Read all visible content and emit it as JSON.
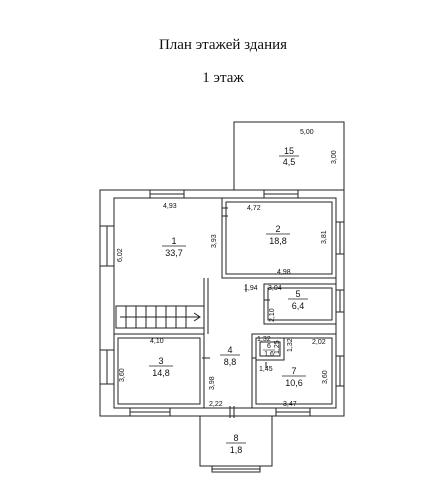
{
  "title": "План этажей здания",
  "floor": "1 этаж",
  "rooms": [
    {
      "number": "1",
      "area": "33,7"
    },
    {
      "number": "2",
      "area": "18,8"
    },
    {
      "number": "3",
      "area": "14,8"
    },
    {
      "number": "4",
      "area": "8,8"
    },
    {
      "number": "5",
      "area": "6,4"
    },
    {
      "number": "6",
      "area": "1,6"
    },
    {
      "number": "7",
      "area": "10,6"
    },
    {
      "number": "8",
      "area": "1,8"
    },
    {
      "number": "15",
      "area": "4,5"
    }
  ],
  "dimensions": {
    "r15_w": "5,00",
    "r15_h": "3,00",
    "r1_w": "4,93",
    "r1_h": "6,02",
    "r1_inner": "3,93",
    "r2_w_top": "4,72",
    "r2_w_bottom": "4,98",
    "r2_h": "3,81",
    "corr_w": "1,94",
    "r5_w": "3,04",
    "r5_h": "2,10",
    "r3_w": "4,10",
    "r3_h": "3,60",
    "r4_h": "3,98",
    "r4_w": "2,22",
    "r6_w": "1,32",
    "r6_h1": "1,32",
    "r6_h2": "1,25",
    "r7_w_top": "2,02",
    "r7_w_small": "1,45",
    "r7_h": "3,60",
    "r7_w_bottom": "3,47"
  }
}
